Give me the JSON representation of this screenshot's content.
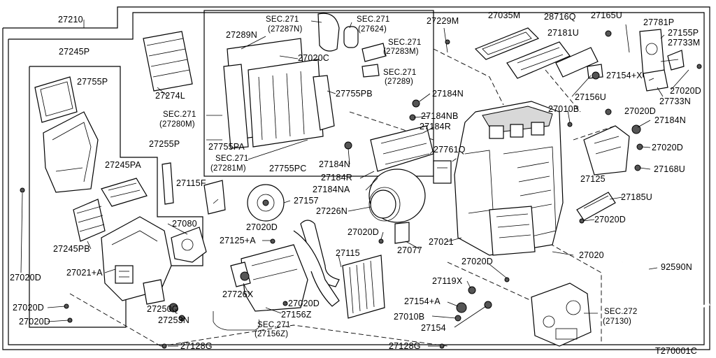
{
  "diagram_code": "T270001C",
  "labels": {
    "l27210": "27210",
    "l27245P": "27245P",
    "l27755P": "27755P",
    "l27274L": "27274L",
    "sec_a1": "SEC.271",
    "sec_a2": "(27287N)",
    "sec_b1": "SEC.271",
    "sec_b2": "(27624)",
    "l27229M": "27229M",
    "l27035M": "27035M",
    "l28716Q": "28716Q",
    "l27165U": "27165U",
    "l27781P": "27781P",
    "l27155P": "27155P",
    "l27733M": "27733M",
    "l27181U": "27181U",
    "l27154X": "27154+X",
    "l27020D_r1": "27020D",
    "l27733N": "27733N",
    "l27156U": "27156U",
    "l27010B_top": "27010B",
    "l27020D_r2": "27020D",
    "l27184N_r": "27184N",
    "l27289N": "27289N",
    "l27020C": "27020C",
    "sec_c1": "SEC.271",
    "sec_c2": "(27283M)",
    "sec_d1": "SEC.271",
    "sec_d2": "(27289)",
    "l27755PB": "27755PB",
    "l27184N_t": "27184N",
    "l27184NB": "27184NB",
    "l27184R_t": "27184R",
    "sec_e1": "SEC.271",
    "sec_e2": "(27280M)",
    "l27755PA": "27755PA",
    "sec_f1": "SEC.271",
    "sec_f2": "(27281M)",
    "l27755PC": "27755PC",
    "l27184N_m": "27184N",
    "l27184R_m": "27184R",
    "l27184NA": "27184NA",
    "l27761Q": "27761Q",
    "l27020D_r3": "27020D",
    "l27168U": "27168U",
    "l27125": "27125",
    "l27185U": "27185U",
    "l27020D_r4": "27020D",
    "l27255P": "27255P",
    "l27245PA": "27245PA",
    "l27115F": "27115F",
    "l27157": "27157",
    "l27226N": "27226N",
    "l27020D_c1": "27020D",
    "l27020D_c2": "27020D",
    "l27077": "27077",
    "l27021": "27021",
    "l27020": "27020",
    "l27245PB": "27245PB",
    "l27080": "27080",
    "l27021A": "27021+A",
    "l27125A": "27125+A",
    "l27115": "27115",
    "l27020D_c3": "27020D",
    "l27020D_left": "27020D",
    "l27726X": "27726X",
    "l27020D_c4": "27020D",
    "l27156Z": "27156Z",
    "l27119X": "27119X",
    "l92590N": "92590N",
    "l27154A": "27154+A",
    "l27010B_b": "27010B",
    "l27154": "27154",
    "l27020D_b1": "27020D",
    "l27020D_b2": "27020D",
    "l27250Q": "27250Q",
    "l27253N": "27253N",
    "sec_g1": "SEC.271",
    "sec_g2": "(27156Z)",
    "sec_h1": "SEC.272",
    "sec_h2": "(27130)",
    "l27128G_a": "27128G",
    "l27128G_b": "27128G"
  }
}
